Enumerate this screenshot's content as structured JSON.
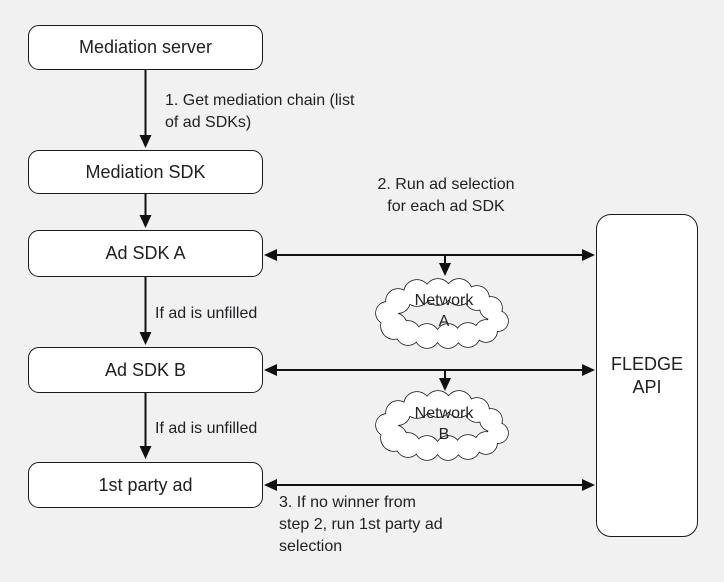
{
  "colors": {
    "background": "#f1f1f2",
    "node_fill": "#ffffff",
    "stroke": "#111111",
    "text": "#202124"
  },
  "nodes": {
    "mediation_server": {
      "label": "Mediation server"
    },
    "mediation_sdk": {
      "label": "Mediation SDK"
    },
    "ad_sdk_a": {
      "label": "Ad SDK A"
    },
    "ad_sdk_b": {
      "label": "Ad SDK B"
    },
    "first_party_ad": {
      "label": "1st party ad"
    },
    "fledge_api": {
      "line1": "FLEDGE",
      "line2": "API"
    },
    "network_a": {
      "line1": "Network",
      "line2": "A"
    },
    "network_b": {
      "line1": "Network",
      "line2": "B"
    }
  },
  "annotations": {
    "step1": {
      "line1": "1. Get mediation chain (list",
      "line2": "of ad SDKs)"
    },
    "step2": {
      "line1": "2. Run ad selection",
      "line2": "for each ad SDK"
    },
    "unfilled_a": {
      "label": "If ad is unfilled"
    },
    "unfilled_b": {
      "label": "If ad is unfilled"
    },
    "step3": {
      "line1": "3. If no winner from",
      "line2": "step 2, run 1st party ad",
      "line3": "selection"
    }
  }
}
